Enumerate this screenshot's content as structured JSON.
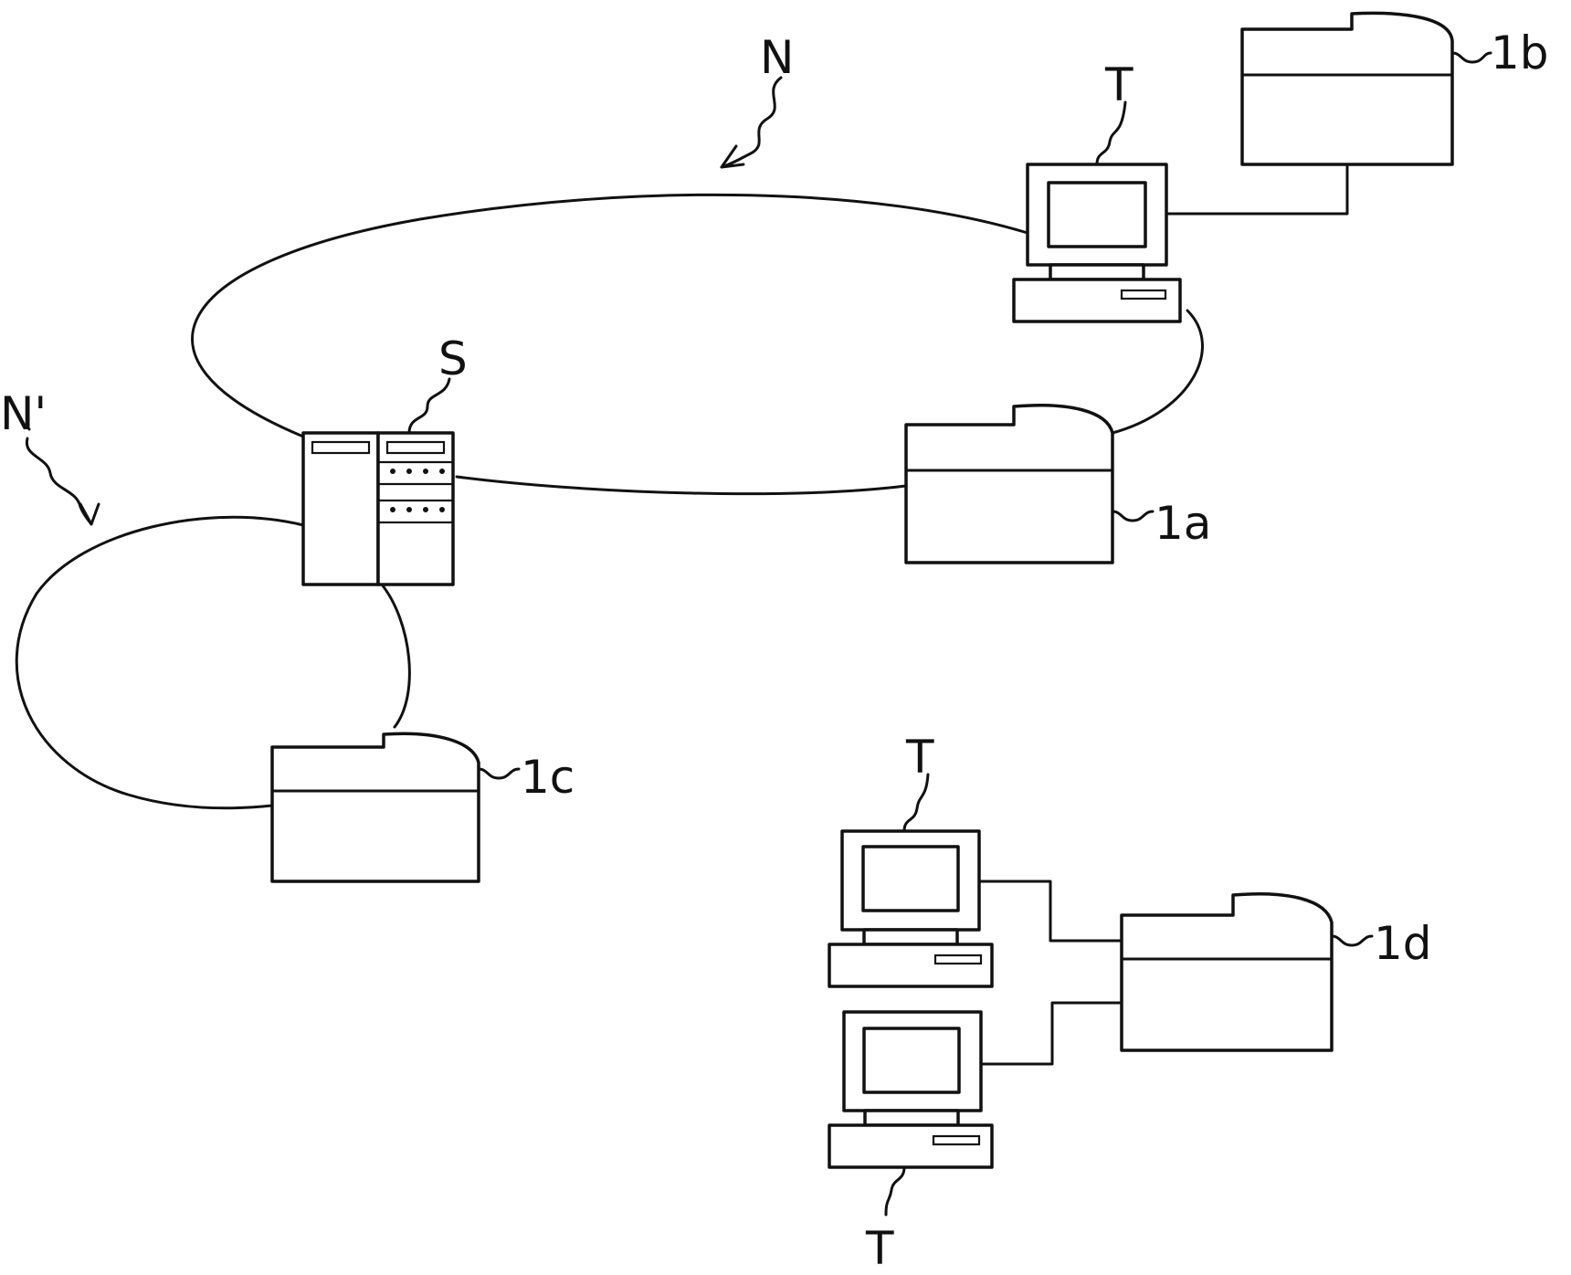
{
  "labels": {
    "network_n": "N",
    "network_n_prime": "N'",
    "server": "S",
    "device_1a": "1a",
    "device_1b": "1b",
    "device_1c": "1c",
    "device_1d": "1d",
    "terminal": "T"
  },
  "icons": {
    "server": "server-icon",
    "terminal": "computer-terminal-icon",
    "device": "printer-device-icon"
  }
}
